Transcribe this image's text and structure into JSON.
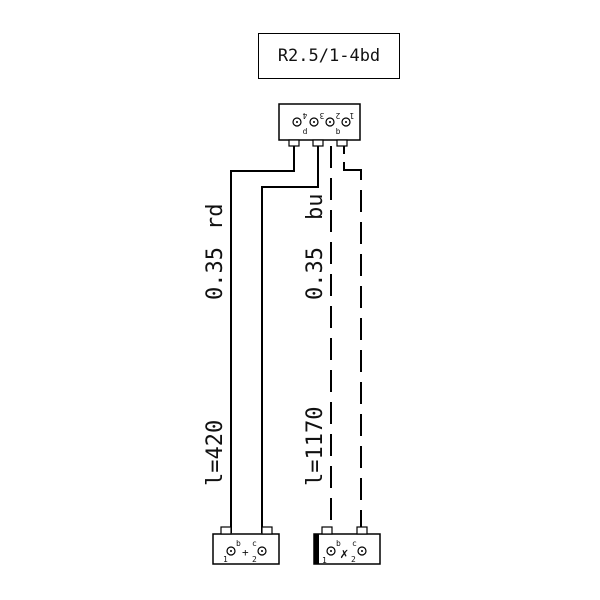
{
  "title": "R2.5/1-4bd",
  "top_connector": {
    "pins": [
      "1",
      "2",
      "3",
      "4"
    ],
    "letters": [
      "b",
      "d"
    ]
  },
  "wire_pair_left": {
    "gauge": "0.35",
    "color": "rd",
    "length": "l=420",
    "style": "solid"
  },
  "wire_pair_right": {
    "gauge": "0.35",
    "color": "bu",
    "length": "l=1170",
    "style": "dashed"
  },
  "bottom_left_connector": {
    "pin1": "1",
    "pin2": "2",
    "letter_b": "b",
    "letter_c": "c",
    "symbol": "+"
  },
  "bottom_right_connector": {
    "pin1": "1",
    "pin2": "2",
    "letter_b": "b",
    "letter_c": "c",
    "symbol": "✗"
  }
}
